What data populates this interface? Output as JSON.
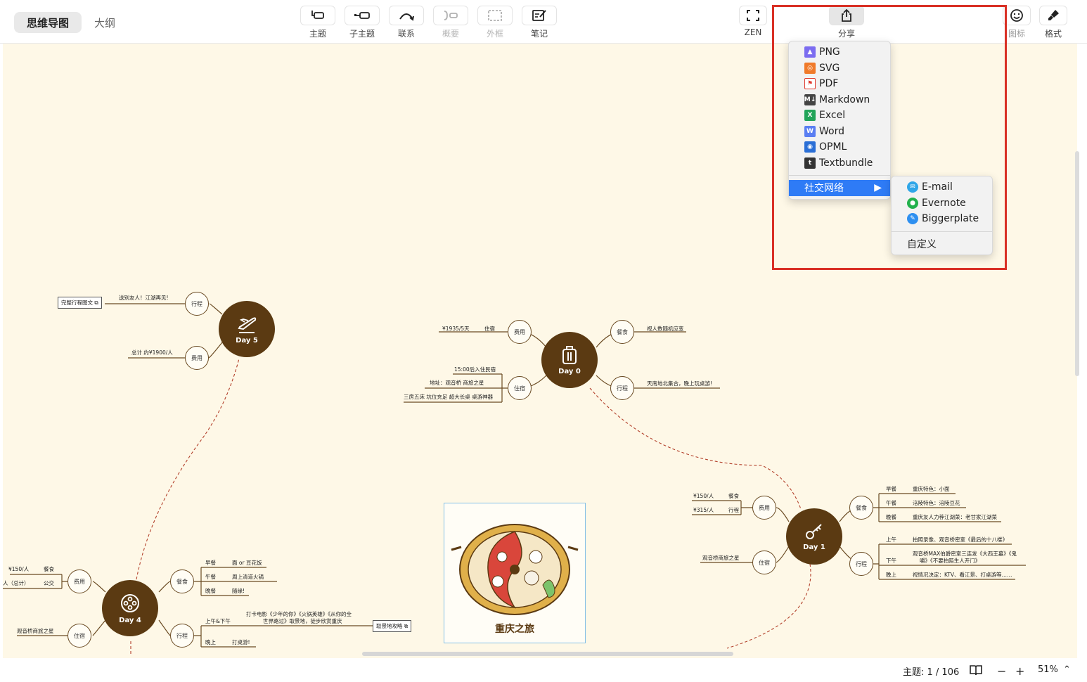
{
  "toolbar": {
    "view_tabs": [
      "思维导图",
      "大纲"
    ],
    "tools": {
      "topic": "主题",
      "subtopic": "子主题",
      "relation": "联系",
      "summary": "概要",
      "boundary": "外框",
      "notes": "笔记",
      "zen": "ZEN",
      "share": "分享",
      "icon": "图标",
      "format": "格式"
    }
  },
  "share_menu": {
    "items": [
      {
        "label": "PNG",
        "icon": "png-icon",
        "color": "#7b6cf0"
      },
      {
        "label": "SVG",
        "icon": "svg-icon",
        "color": "#f07a2a"
      },
      {
        "label": "PDF",
        "icon": "pdf-icon",
        "color": "#e03b2f"
      },
      {
        "label": "Markdown",
        "icon": "markdown-icon",
        "color": "#444444"
      },
      {
        "label": "Excel",
        "icon": "excel-icon",
        "color": "#22a45a"
      },
      {
        "label": "Word",
        "icon": "word-icon",
        "color": "#5a7ef2"
      },
      {
        "label": "OPML",
        "icon": "opml-icon",
        "color": "#2b6fd6"
      },
      {
        "label": "Textbundle",
        "icon": "textbundle-icon",
        "color": "#333333"
      }
    ],
    "social": "社交网络",
    "social_submenu": [
      {
        "label": "E-mail",
        "icon": "email-icon",
        "color": "#2fa6e8"
      },
      {
        "label": "Evernote",
        "icon": "evernote-icon",
        "color": "#22b14c"
      },
      {
        "label": "Biggerplate",
        "icon": "biggerplate-icon",
        "color": "#2e8ff0"
      }
    ],
    "custom": "自定义"
  },
  "mindmap": {
    "day0": {
      "label": "Day 0",
      "cost": "费用",
      "cost_val": "¥1935/5天",
      "cost_stay": "住宿",
      "stay": "住宿",
      "stay_1": "15:00后入住民宿",
      "stay_2": "地址：观音桥 商旅之星",
      "stay_3": "三房五床 坑位充足 超大长桌 桌游神器",
      "meal": "餐食",
      "meal_val": "视人数随机应变",
      "trip": "行程",
      "trip_val": "天南地北集合，晚上玩桌游!"
    },
    "day5": {
      "label": "Day 5",
      "trip": "行程",
      "trip_val": "送别友人！江湖再见!",
      "trip_box": "完整行程图文",
      "cost": "费用",
      "cost_val": "总计 约¥1900/人"
    },
    "day1": {
      "label": "Day 1",
      "cost": "费用",
      "cost_1": "¥150/人",
      "cost_1b": "餐食",
      "cost_2": "¥315/人",
      "cost_2b": "行程",
      "stay": "住宿",
      "stay_val": "观音桥商旅之星",
      "meal": "餐食",
      "m_breakfast": "早餐",
      "m_breakfast_val": "重庆特色：小面",
      "m_lunch": "午餐",
      "m_lunch_val": "涪陵特色：涪陵豆花",
      "m_dinner": "晚餐",
      "m_dinner_val": "重庆友人力荐江湖菜：老甘家江湖菜",
      "trip": "行程",
      "t_am": "上午",
      "t_am_val": "拍照录像、观音桥密室《最后的十八楼》",
      "t_pm": "下午",
      "t_pm_val1": "观音桥MAX伯爵密室三连发《大西王墓》《鬼",
      "t_pm_val2": "嚼》《不要拍陌生人开门》",
      "t_night": "晚上",
      "t_night_val": "视情况决定：KTV、看江景、打桌游等……"
    },
    "day4": {
      "label": "Day 4",
      "cost": "费用",
      "cost_1": "¥150/人",
      "cost_1b": "餐食",
      "cost_2": "人（总计）",
      "cost_2b": "公交",
      "stay": "住宿",
      "stay_val": "观音桥商旅之星",
      "meal": "餐食",
      "m_breakfast": "早餐",
      "m_breakfast_val": "面 or 豆花饭",
      "m_lunch": "午餐",
      "m_lunch_val": "周上清道火锅",
      "m_dinner": "晚餐",
      "m_dinner_val": "随缘!",
      "trip": "行程",
      "t_day": "上午&下午",
      "t_day_val1": "打卡电影《少年的你》《火锅英雄》《从你的全",
      "t_day_val2": "世界路过》取景地，徒步欣赏重庆",
      "t_day_box": "取景地攻略",
      "t_night": "晚上",
      "t_night_val": "打桌游!"
    },
    "image_caption": "重庆之旅"
  },
  "status": {
    "topic_count": "主题: 1 / 106",
    "zoom": "51%"
  }
}
